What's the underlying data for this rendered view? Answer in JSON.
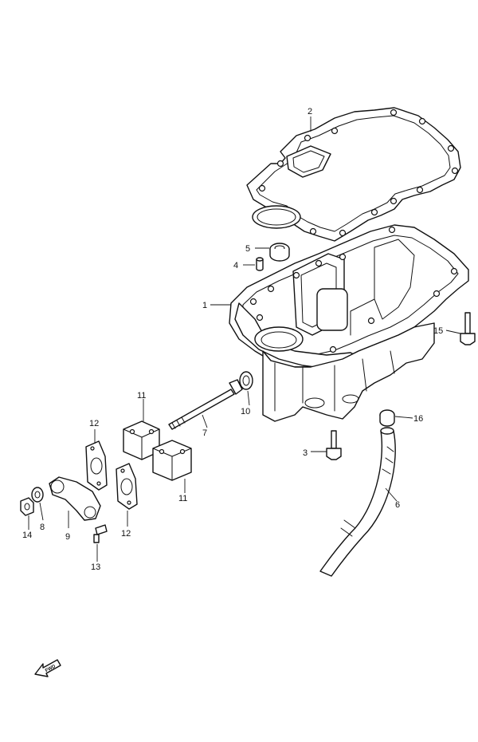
{
  "callouts": {
    "c1": "1",
    "c2": "2",
    "c3": "3",
    "c4": "4",
    "c5": "5",
    "c6": "6",
    "c7": "7",
    "c8": "8",
    "c9": "9",
    "c10": "10",
    "c11_upper": "11",
    "c11_lower": "11",
    "c12_left": "12",
    "c12_right": "12",
    "c13": "13",
    "c14": "14",
    "c15": "15",
    "c16": "16"
  },
  "fwd_label": "FWD",
  "colors": {
    "line": "#111111",
    "background": "#ffffff"
  }
}
